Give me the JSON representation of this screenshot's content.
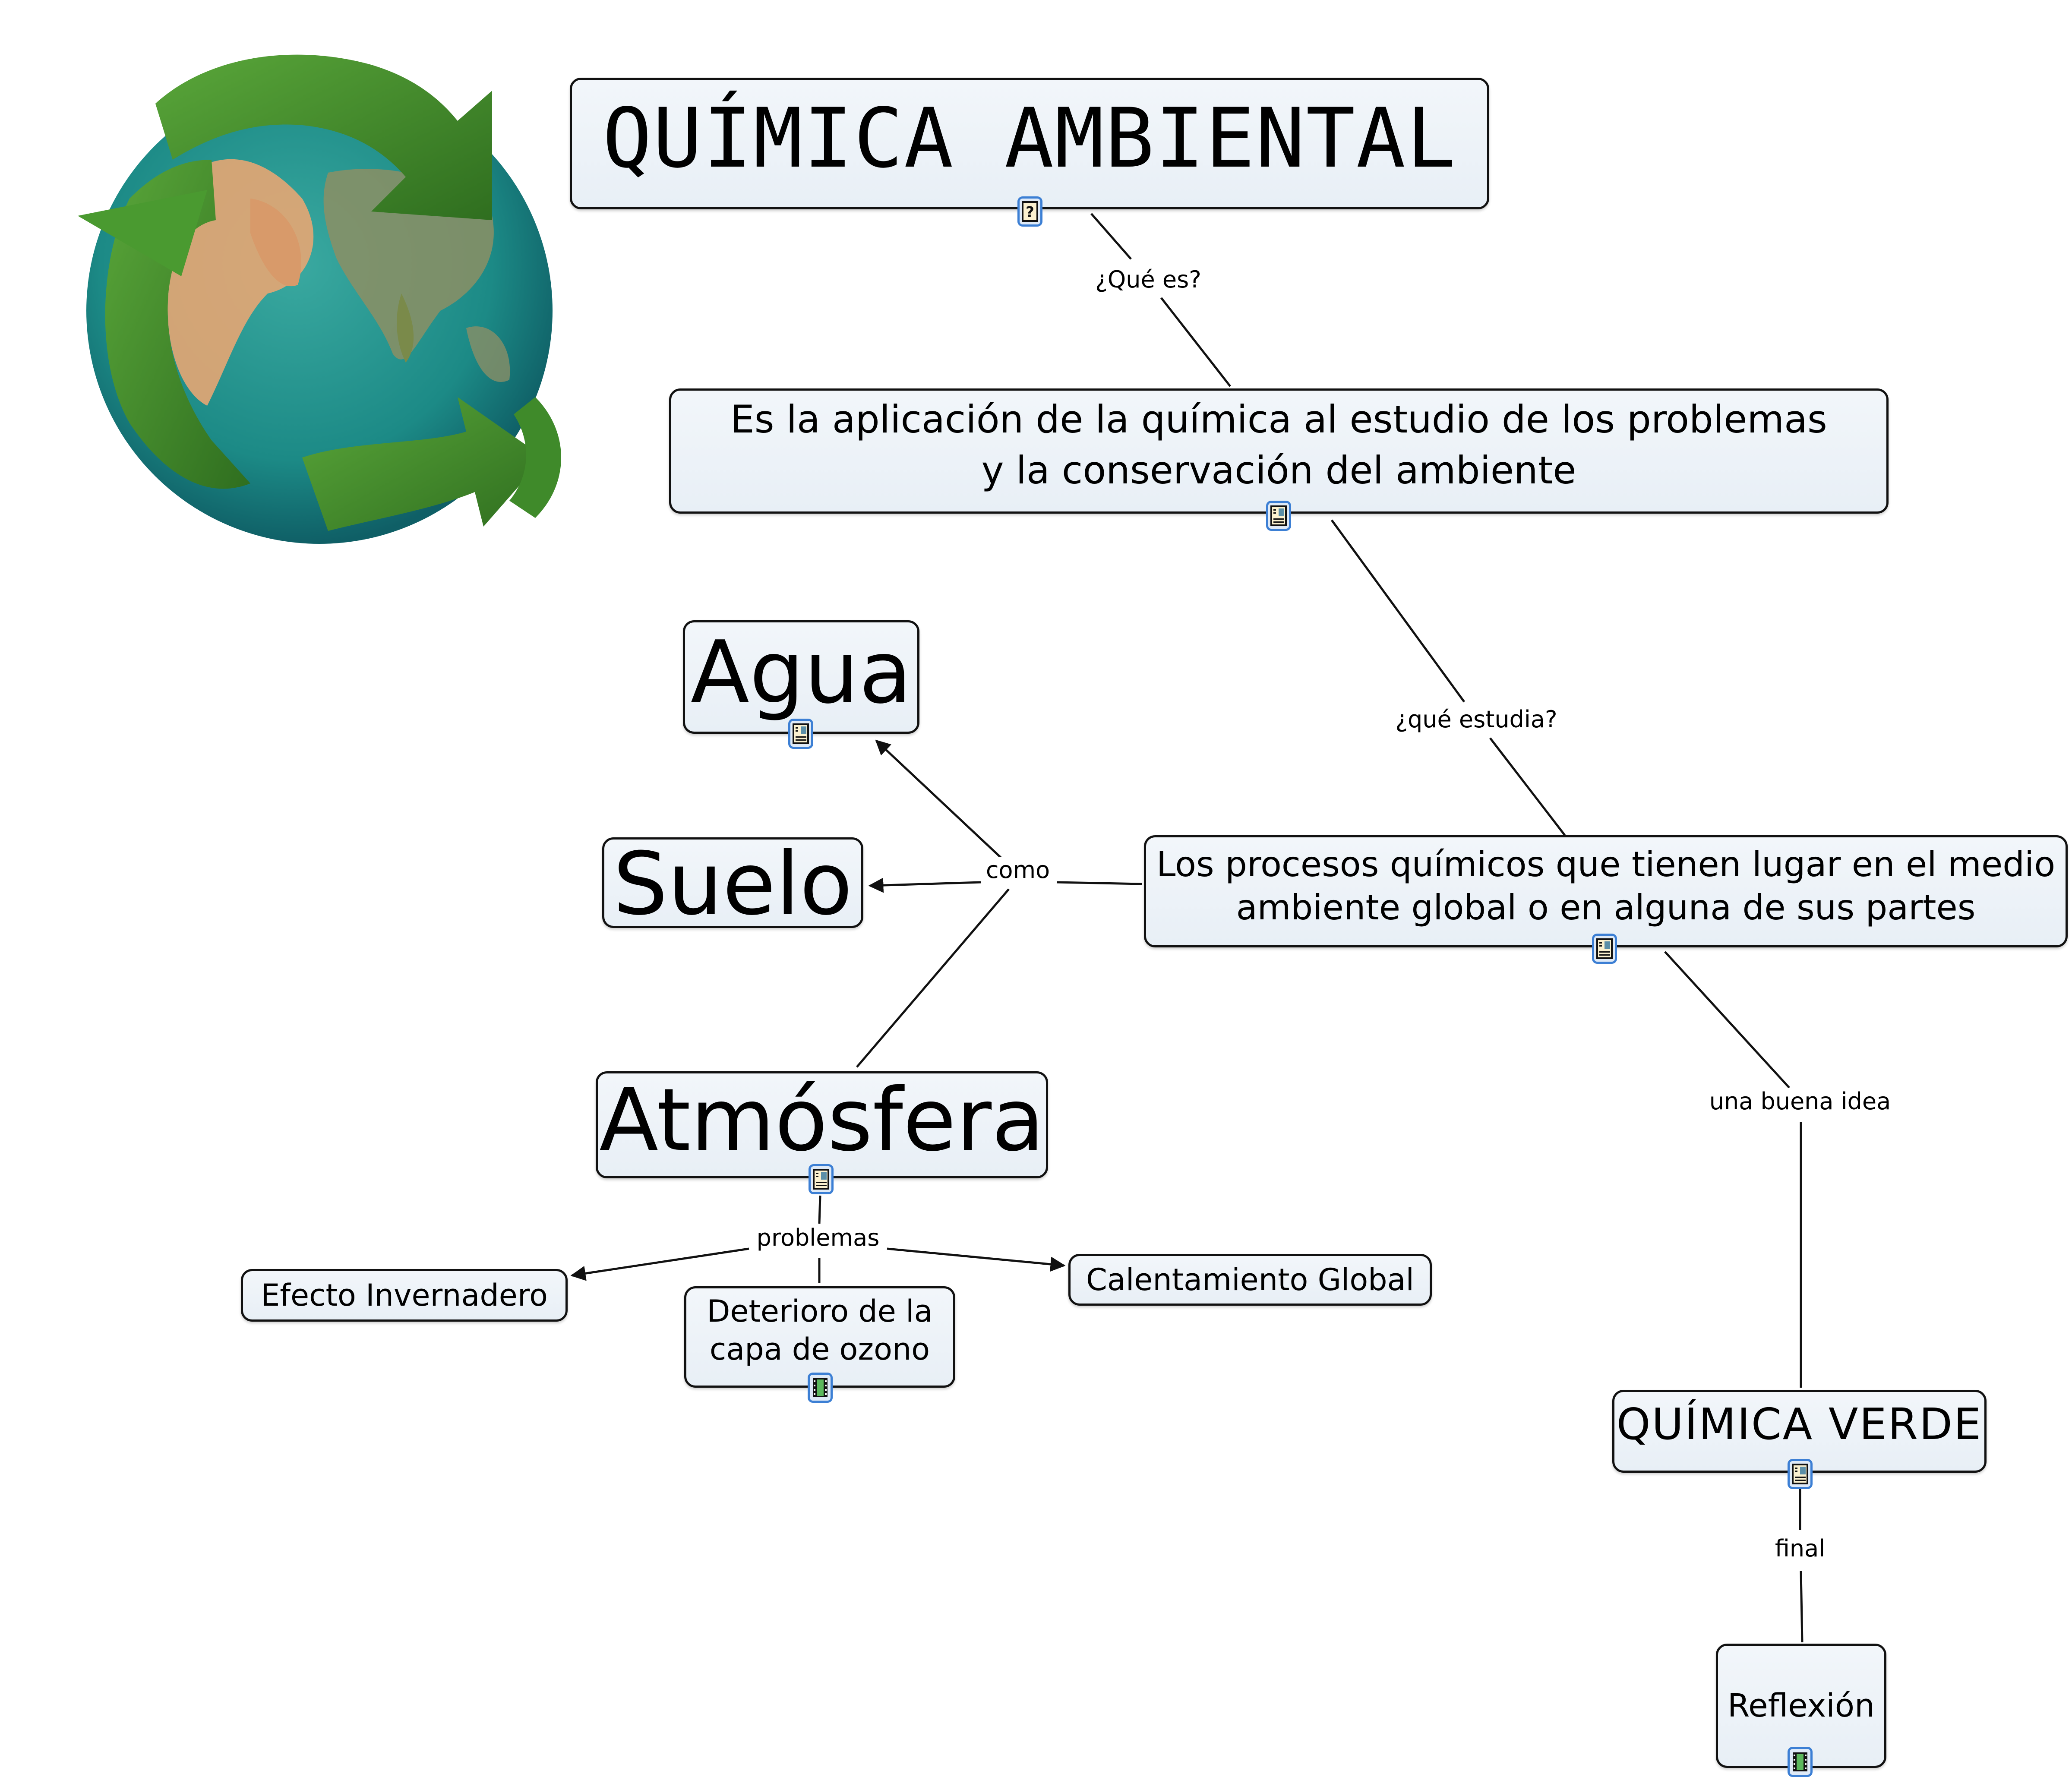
{
  "map": {
    "title": "QUÍMICA AMBIENTAL",
    "image": {
      "name": "globe-recycle-image",
      "colors": {
        "ocean": "#1f8f8a",
        "land": "#e8a574",
        "grass": "#3f8a2a"
      }
    },
    "colors": {
      "node_fill": "#eef3f8",
      "node_border": "#111111",
      "line": "#111111",
      "icon_border": "#3c7fd4"
    }
  },
  "nodes": {
    "title": {
      "label": "QUÍMICA AMBIENTAL",
      "icon": "question-document-icon"
    },
    "definition": {
      "label": "Es la aplicación de la química al estudio de los problemas\ny la conservación del ambiente",
      "icon": "document-image-icon"
    },
    "processes": {
      "label": "Los procesos químicos que tienen lugar en el medio\nambiente global o en alguna de sus partes",
      "icon": "document-image-icon"
    },
    "water": {
      "label": "Agua",
      "icon": "document-image-icon"
    },
    "soil": {
      "label": "Suelo"
    },
    "atmosphere": {
      "label": "Atmósfera",
      "icon": "document-image-icon"
    },
    "greenhouse": {
      "label": "Efecto Invernadero"
    },
    "ozone": {
      "label": "Deterioro de la\ncapa de ozono",
      "icon": "film-icon"
    },
    "warming": {
      "label": "Calentamiento Global"
    },
    "green_chem": {
      "label": "QUÍMICA VERDE",
      "icon": "document-image-icon"
    },
    "reflection": {
      "label": "Reflexión",
      "icon": "film-icon"
    }
  },
  "links": {
    "what_is": "¿Qué es?",
    "what_studies": "¿qué estudia?",
    "as": "como",
    "problems": "problemas",
    "good_idea": "una buena idea",
    "final": "final"
  }
}
